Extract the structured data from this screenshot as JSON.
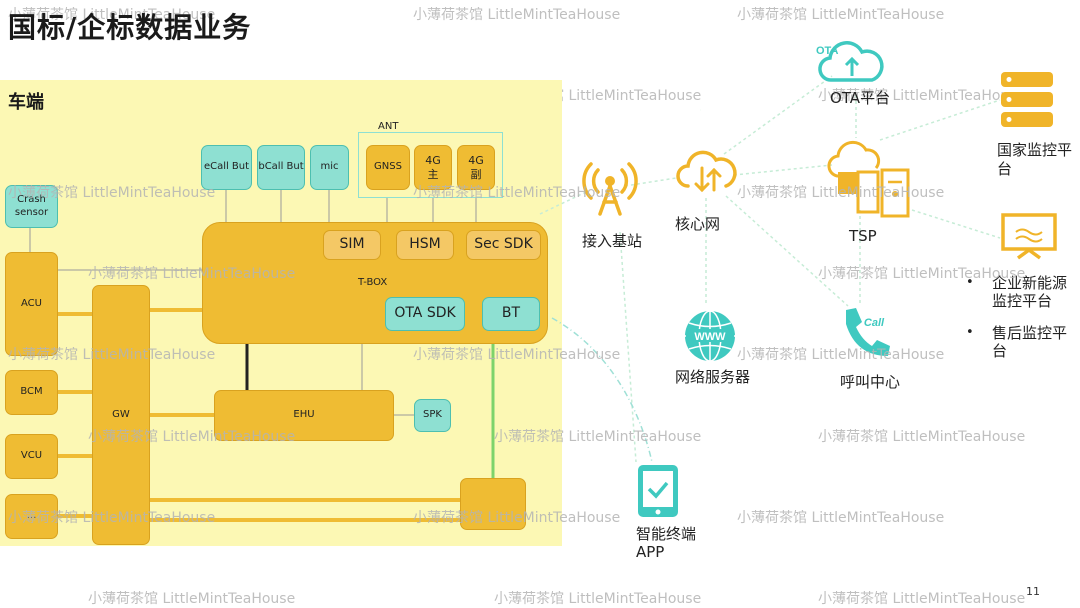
{
  "title": "国标/企标数据业务",
  "vehicle": {
    "label": "车端",
    "ant_label": "ANT",
    "tbox_label": "T-BOX",
    "modules": {
      "crash": "Crash sensor",
      "acu": "ACU",
      "bcm": "BCM",
      "vcu": "VCU",
      "dots": "...",
      "gw": "GW",
      "ecall": "eCall But",
      "bcall": "bCall But",
      "mic": "mic",
      "gnss": "GNSS",
      "ant4g_main": "4G主",
      "ant4g_sub": "4G副",
      "sim": "SIM",
      "hsm": "HSM",
      "secsdk": "Sec SDK",
      "otasdk": "OTA SDK",
      "bt": "BT",
      "ehu": "EHU",
      "spk": "SPK"
    }
  },
  "network": {
    "base_station": "接入基站",
    "core_network": "核心网",
    "ota_platform": "OTA平台",
    "tsp": "TSP",
    "web_server": "网络服务器",
    "call_center": "呼叫中心",
    "app_line1": "智能终端",
    "app_line2": "APP",
    "national_platform": "国家监控平台"
  },
  "bullets": [
    "企业新能源监控平台",
    "售后监控平台"
  ],
  "icons": {
    "ota_cloud": "OTA",
    "call": "Call",
    "www": "WWW"
  },
  "watermark": "小薄荷茶馆 LittleMintTeaHouse",
  "page_number": "11",
  "colors": {
    "gold": "#efbc33",
    "teal": "#8ee0d2",
    "yellow_bg": "#fcf8b4",
    "icon_gold": "#f0b429",
    "icon_teal": "#3fc9c0"
  }
}
